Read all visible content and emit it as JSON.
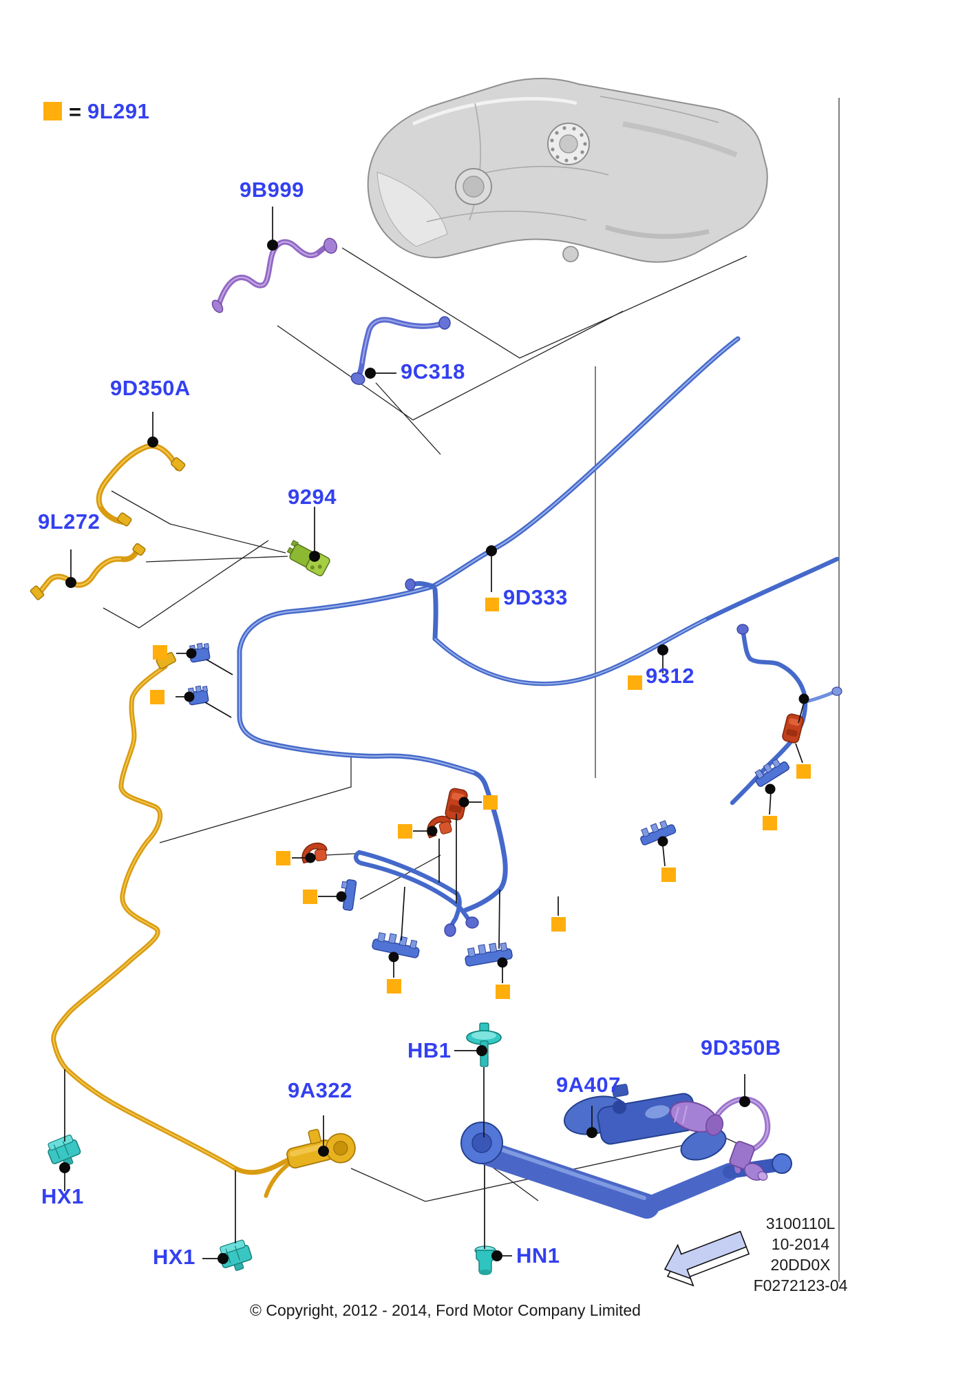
{
  "legend": {
    "marker": "orange-square-9L291",
    "equals_sign": "=",
    "part_code": "9L291"
  },
  "parts": {
    "p9B999": "9B999",
    "p9C318": "9C318",
    "p9D350A": "9D350A",
    "p9294": "9294",
    "p9L272": "9L272",
    "p9D333": "9D333",
    "p9312": "9312",
    "pHB1": "HB1",
    "p9A322": "9A322",
    "p9A407": "9A407",
    "p9D350B": "9D350B",
    "pHX1a": "HX1",
    "pHX1b": "HX1",
    "pHN1": "HN1"
  },
  "footer": {
    "copyright": "© Copyright, 2012 - 2014, Ford Motor Company Limited"
  },
  "doc_info": {
    "line1": "3100110L",
    "line2": "10-2014",
    "line3": "20DD0X",
    "line4": "F0272123-04"
  },
  "colors": {
    "label_blue": "#3340F0",
    "marker_orange": "#FFAE0C",
    "tube_yellow": "#D99B12",
    "tube_purple": "#9068C4",
    "tube_blue": "#4569CA",
    "clip_red": "#C2401C",
    "clip_green": "#8CB832",
    "part_teal": "#2FC4C0",
    "tank_gray": "#D6D6D6",
    "arrow_fill": "#C5CFF4"
  }
}
